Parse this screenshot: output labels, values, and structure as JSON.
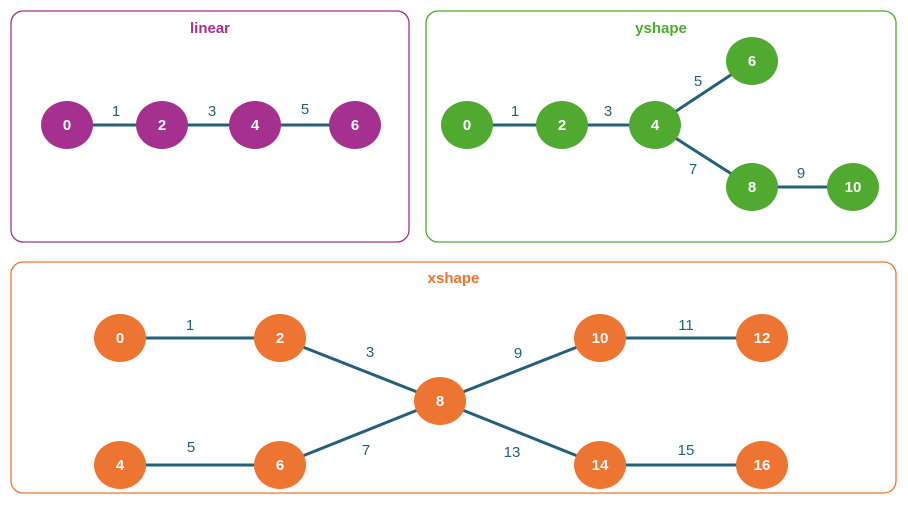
{
  "colors": {
    "edge": "#25607a",
    "linear": "#a5308f",
    "yshape": "#4faa2f",
    "xshape": "#ee7431"
  },
  "panels": [
    {
      "id": "linear",
      "title": "linear",
      "color": "#a5308f",
      "nodes": [
        {
          "id": "0",
          "label": "0"
        },
        {
          "id": "2",
          "label": "2"
        },
        {
          "id": "4",
          "label": "4"
        },
        {
          "id": "6",
          "label": "6"
        }
      ],
      "edges": [
        {
          "from": "0",
          "to": "2",
          "label": "1"
        },
        {
          "from": "2",
          "to": "4",
          "label": "3"
        },
        {
          "from": "4",
          "to": "6",
          "label": "5"
        }
      ]
    },
    {
      "id": "yshape",
      "title": "yshape",
      "color": "#4faa2f",
      "nodes": [
        {
          "id": "0",
          "label": "0"
        },
        {
          "id": "2",
          "label": "2"
        },
        {
          "id": "4",
          "label": "4"
        },
        {
          "id": "6",
          "label": "6"
        },
        {
          "id": "8",
          "label": "8"
        },
        {
          "id": "10",
          "label": "10"
        }
      ],
      "edges": [
        {
          "from": "0",
          "to": "2",
          "label": "1"
        },
        {
          "from": "2",
          "to": "4",
          "label": "3"
        },
        {
          "from": "4",
          "to": "6",
          "label": "5"
        },
        {
          "from": "4",
          "to": "8",
          "label": "7"
        },
        {
          "from": "8",
          "to": "10",
          "label": "9"
        }
      ]
    },
    {
      "id": "xshape",
      "title": "xshape",
      "color": "#ee7431",
      "nodes": [
        {
          "id": "0",
          "label": "0"
        },
        {
          "id": "2",
          "label": "2"
        },
        {
          "id": "4",
          "label": "4"
        },
        {
          "id": "6",
          "label": "6"
        },
        {
          "id": "8",
          "label": "8"
        },
        {
          "id": "10",
          "label": "10"
        },
        {
          "id": "12",
          "label": "12"
        },
        {
          "id": "14",
          "label": "14"
        },
        {
          "id": "16",
          "label": "16"
        }
      ],
      "edges": [
        {
          "from": "0",
          "to": "2",
          "label": "1"
        },
        {
          "from": "2",
          "to": "8",
          "label": "3"
        },
        {
          "from": "4",
          "to": "6",
          "label": "5"
        },
        {
          "from": "6",
          "to": "8",
          "label": "7"
        },
        {
          "from": "8",
          "to": "10",
          "label": "9"
        },
        {
          "from": "10",
          "to": "12",
          "label": "11"
        },
        {
          "from": "8",
          "to": "14",
          "label": "13"
        },
        {
          "from": "14",
          "to": "16",
          "label": "15"
        }
      ]
    }
  ]
}
